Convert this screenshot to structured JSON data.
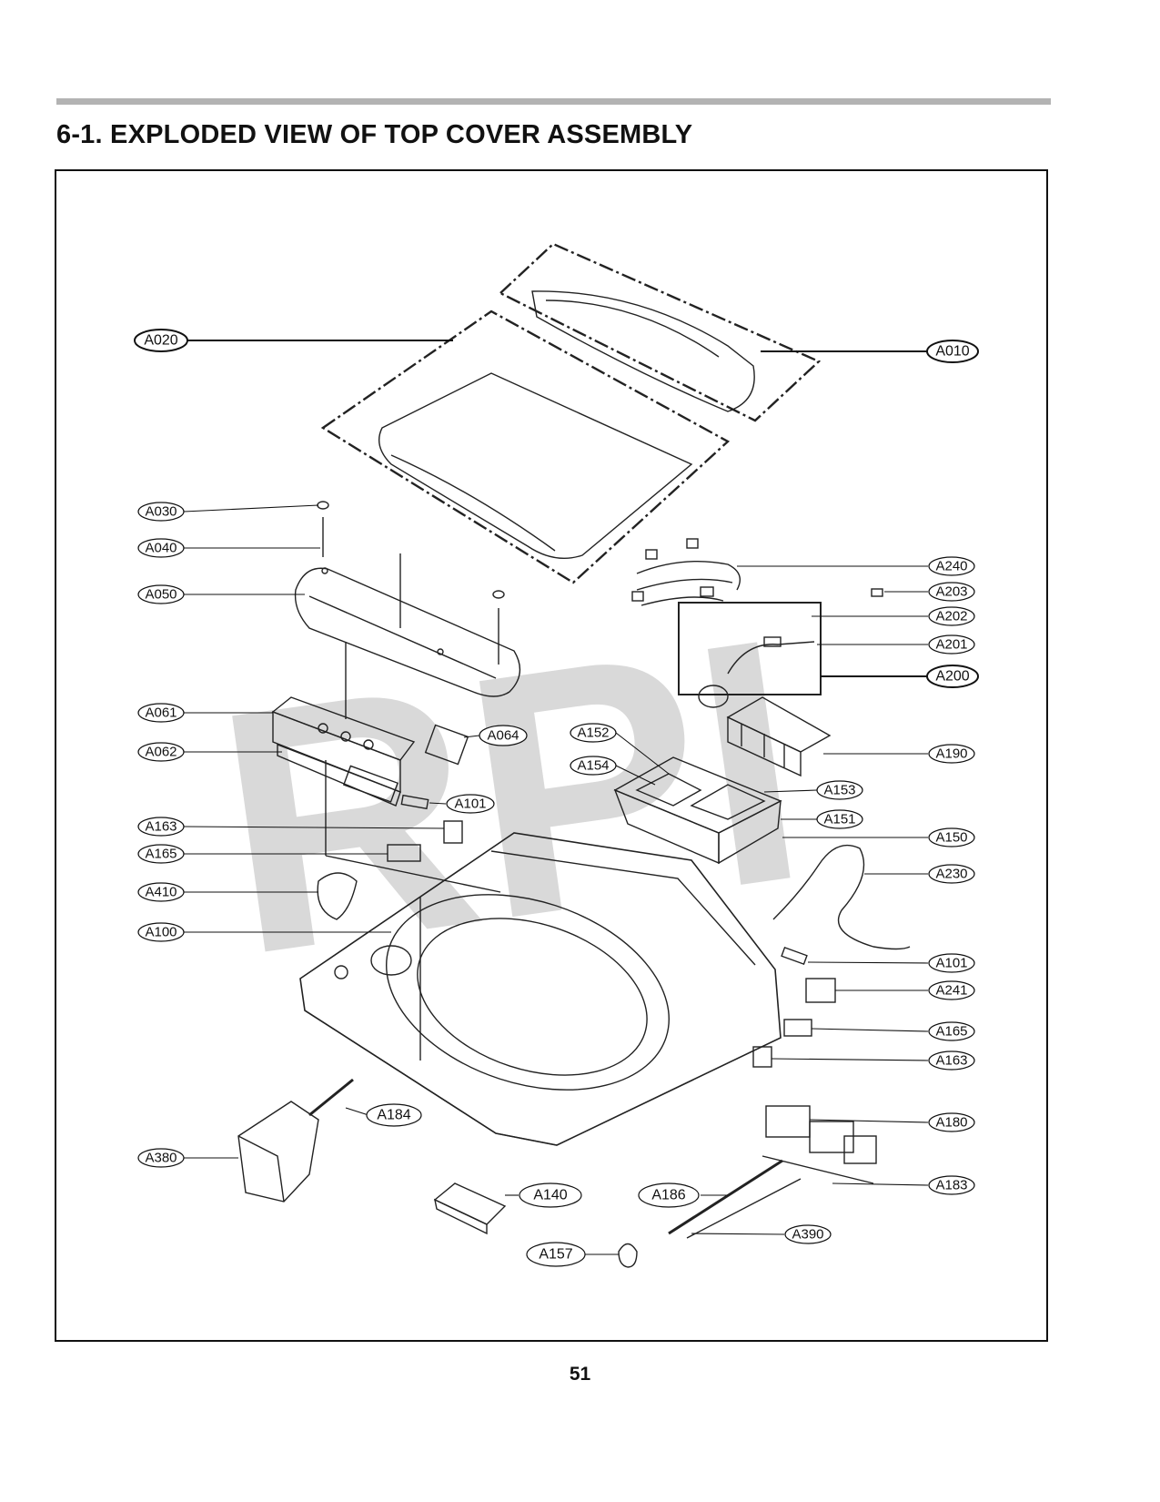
{
  "page": {
    "title": "6-1. EXPLODED VIEW OF TOP COVER ASSEMBLY",
    "page_number": "51",
    "watermark": "RPI"
  },
  "callouts": {
    "A010": "A010",
    "A020": "A020",
    "A030": "A030",
    "A040": "A040",
    "A050": "A050",
    "A061": "A061",
    "A062": "A062",
    "A064": "A064",
    "A100": "A100",
    "A101a": "A101",
    "A101b": "A101",
    "A140": "A140",
    "A150": "A150",
    "A151": "A151",
    "A152": "A152",
    "A153": "A153",
    "A154": "A154",
    "A157": "A157",
    "A163a": "A163",
    "A163b": "A163",
    "A165a": "A165",
    "A165b": "A165",
    "A180": "A180",
    "A183": "A183",
    "A184": "A184",
    "A186": "A186",
    "A190": "A190",
    "A200": "A200",
    "A201": "A201",
    "A202": "A202",
    "A203": "A203",
    "A230": "A230",
    "A240": "A240",
    "A241": "A241",
    "A380": "A380",
    "A390": "A390",
    "A410": "A410"
  }
}
